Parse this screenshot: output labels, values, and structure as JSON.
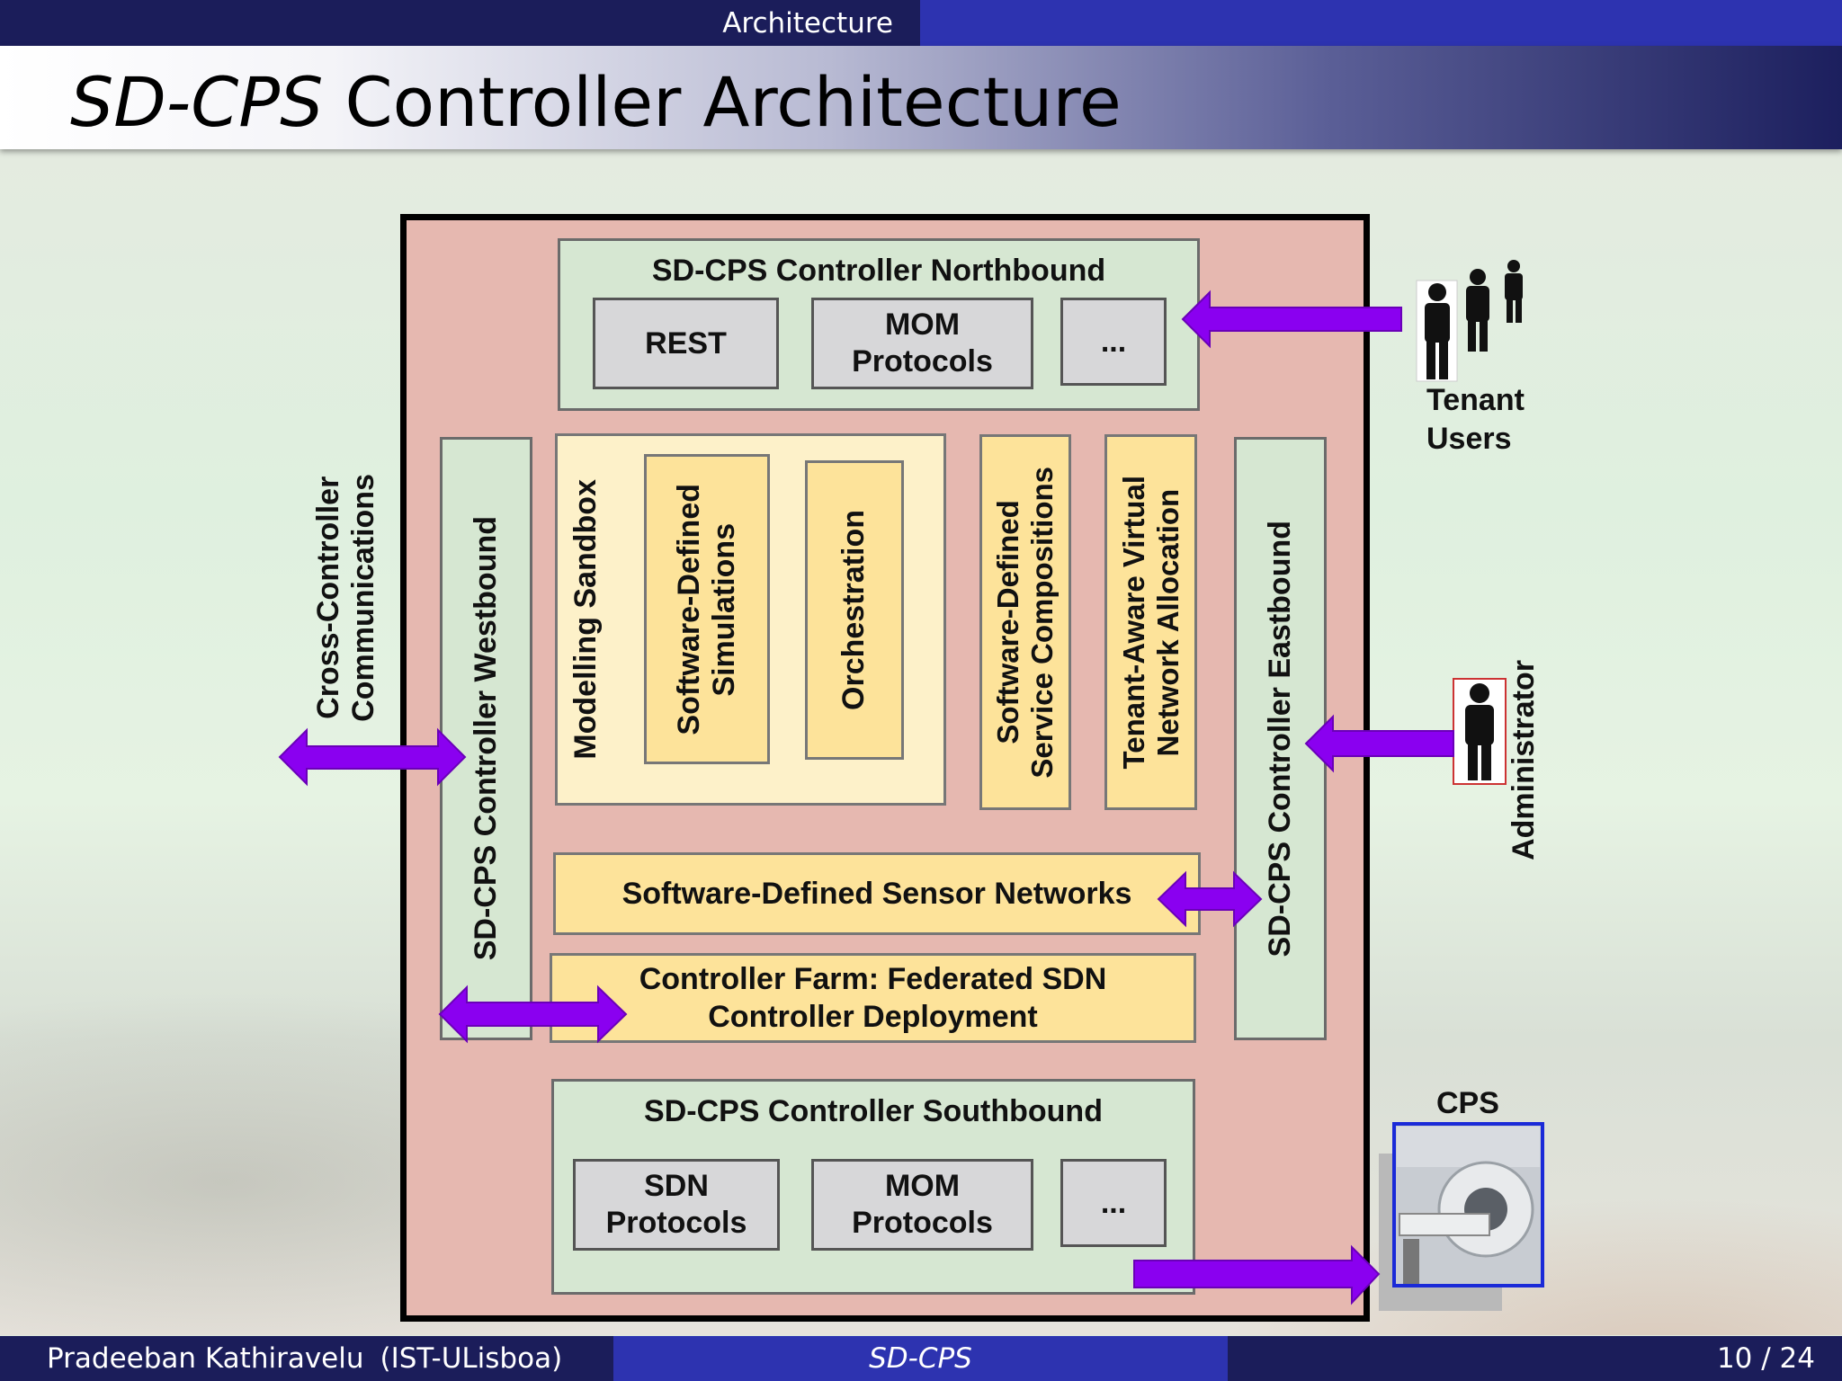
{
  "header": {
    "section": "Architecture"
  },
  "slide": {
    "title_italic": "SD-CPS",
    "title_rest": "Controller Architecture"
  },
  "diagram": {
    "northbound": {
      "title": "SD-CPS Controller Northbound",
      "items": [
        "REST",
        "MOM\nProtocols",
        "..."
      ]
    },
    "westbound": "SD-CPS Controller Westbound",
    "eastbound": "SD-CPS Controller Eastbound",
    "modelling_sandbox": "Modelling Sandbox",
    "sd_simulations": "Software-Defined\nSimulations",
    "orchestration": "Orchestration",
    "sd_service_compositions": "Software-Defined\nService Compositions",
    "tenant_aware": "Tenant-Aware Virtual\nNetwork Allocation",
    "sensor_networks": "Software-Defined Sensor Networks",
    "controller_farm": "Controller Farm: Federated SDN\nController Deployment",
    "southbound": {
      "title": "SD-CPS Controller Southbound",
      "items": [
        "SDN\nProtocols",
        "MOM\nProtocols",
        "..."
      ]
    },
    "cross_controller": "Cross-Controller\nCommunications",
    "tenant_users": "Tenant\nUsers",
    "administrator": "Administrator",
    "cps": "CPS",
    "arrow_color": "#8a00f0"
  },
  "footer": {
    "author": "Pradeeban Kathiravelu",
    "affiliation": "(IST-ULisboa)",
    "short_title": "SD-CPS",
    "page": "10 / 24"
  }
}
